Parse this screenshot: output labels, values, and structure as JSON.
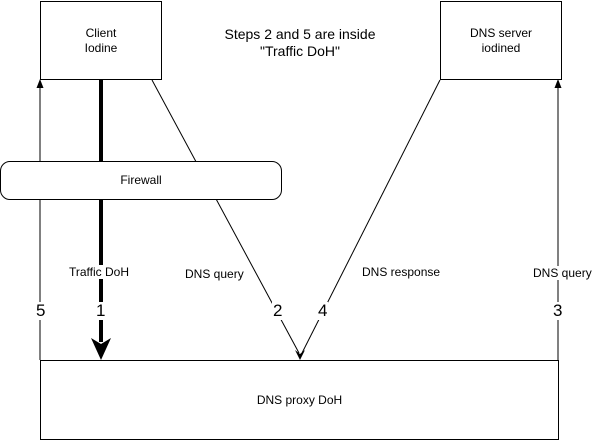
{
  "title": "Steps 2 and 5 are inside\n\"Traffic DoH\"",
  "nodes": {
    "client": "Client\nIodine",
    "dns_server": "DNS server\niodined",
    "firewall": "Firewall",
    "proxy": "DNS proxy DoH"
  },
  "edge_labels": {
    "traffic_doh": "Traffic DoH",
    "dns_query_left": "DNS query",
    "dns_response": "DNS response",
    "dns_query_right": "DNS query"
  },
  "step_numbers": {
    "step_5": "5",
    "step_1": "1",
    "step_2": "2",
    "step_4": "4",
    "step_3": "3"
  }
}
